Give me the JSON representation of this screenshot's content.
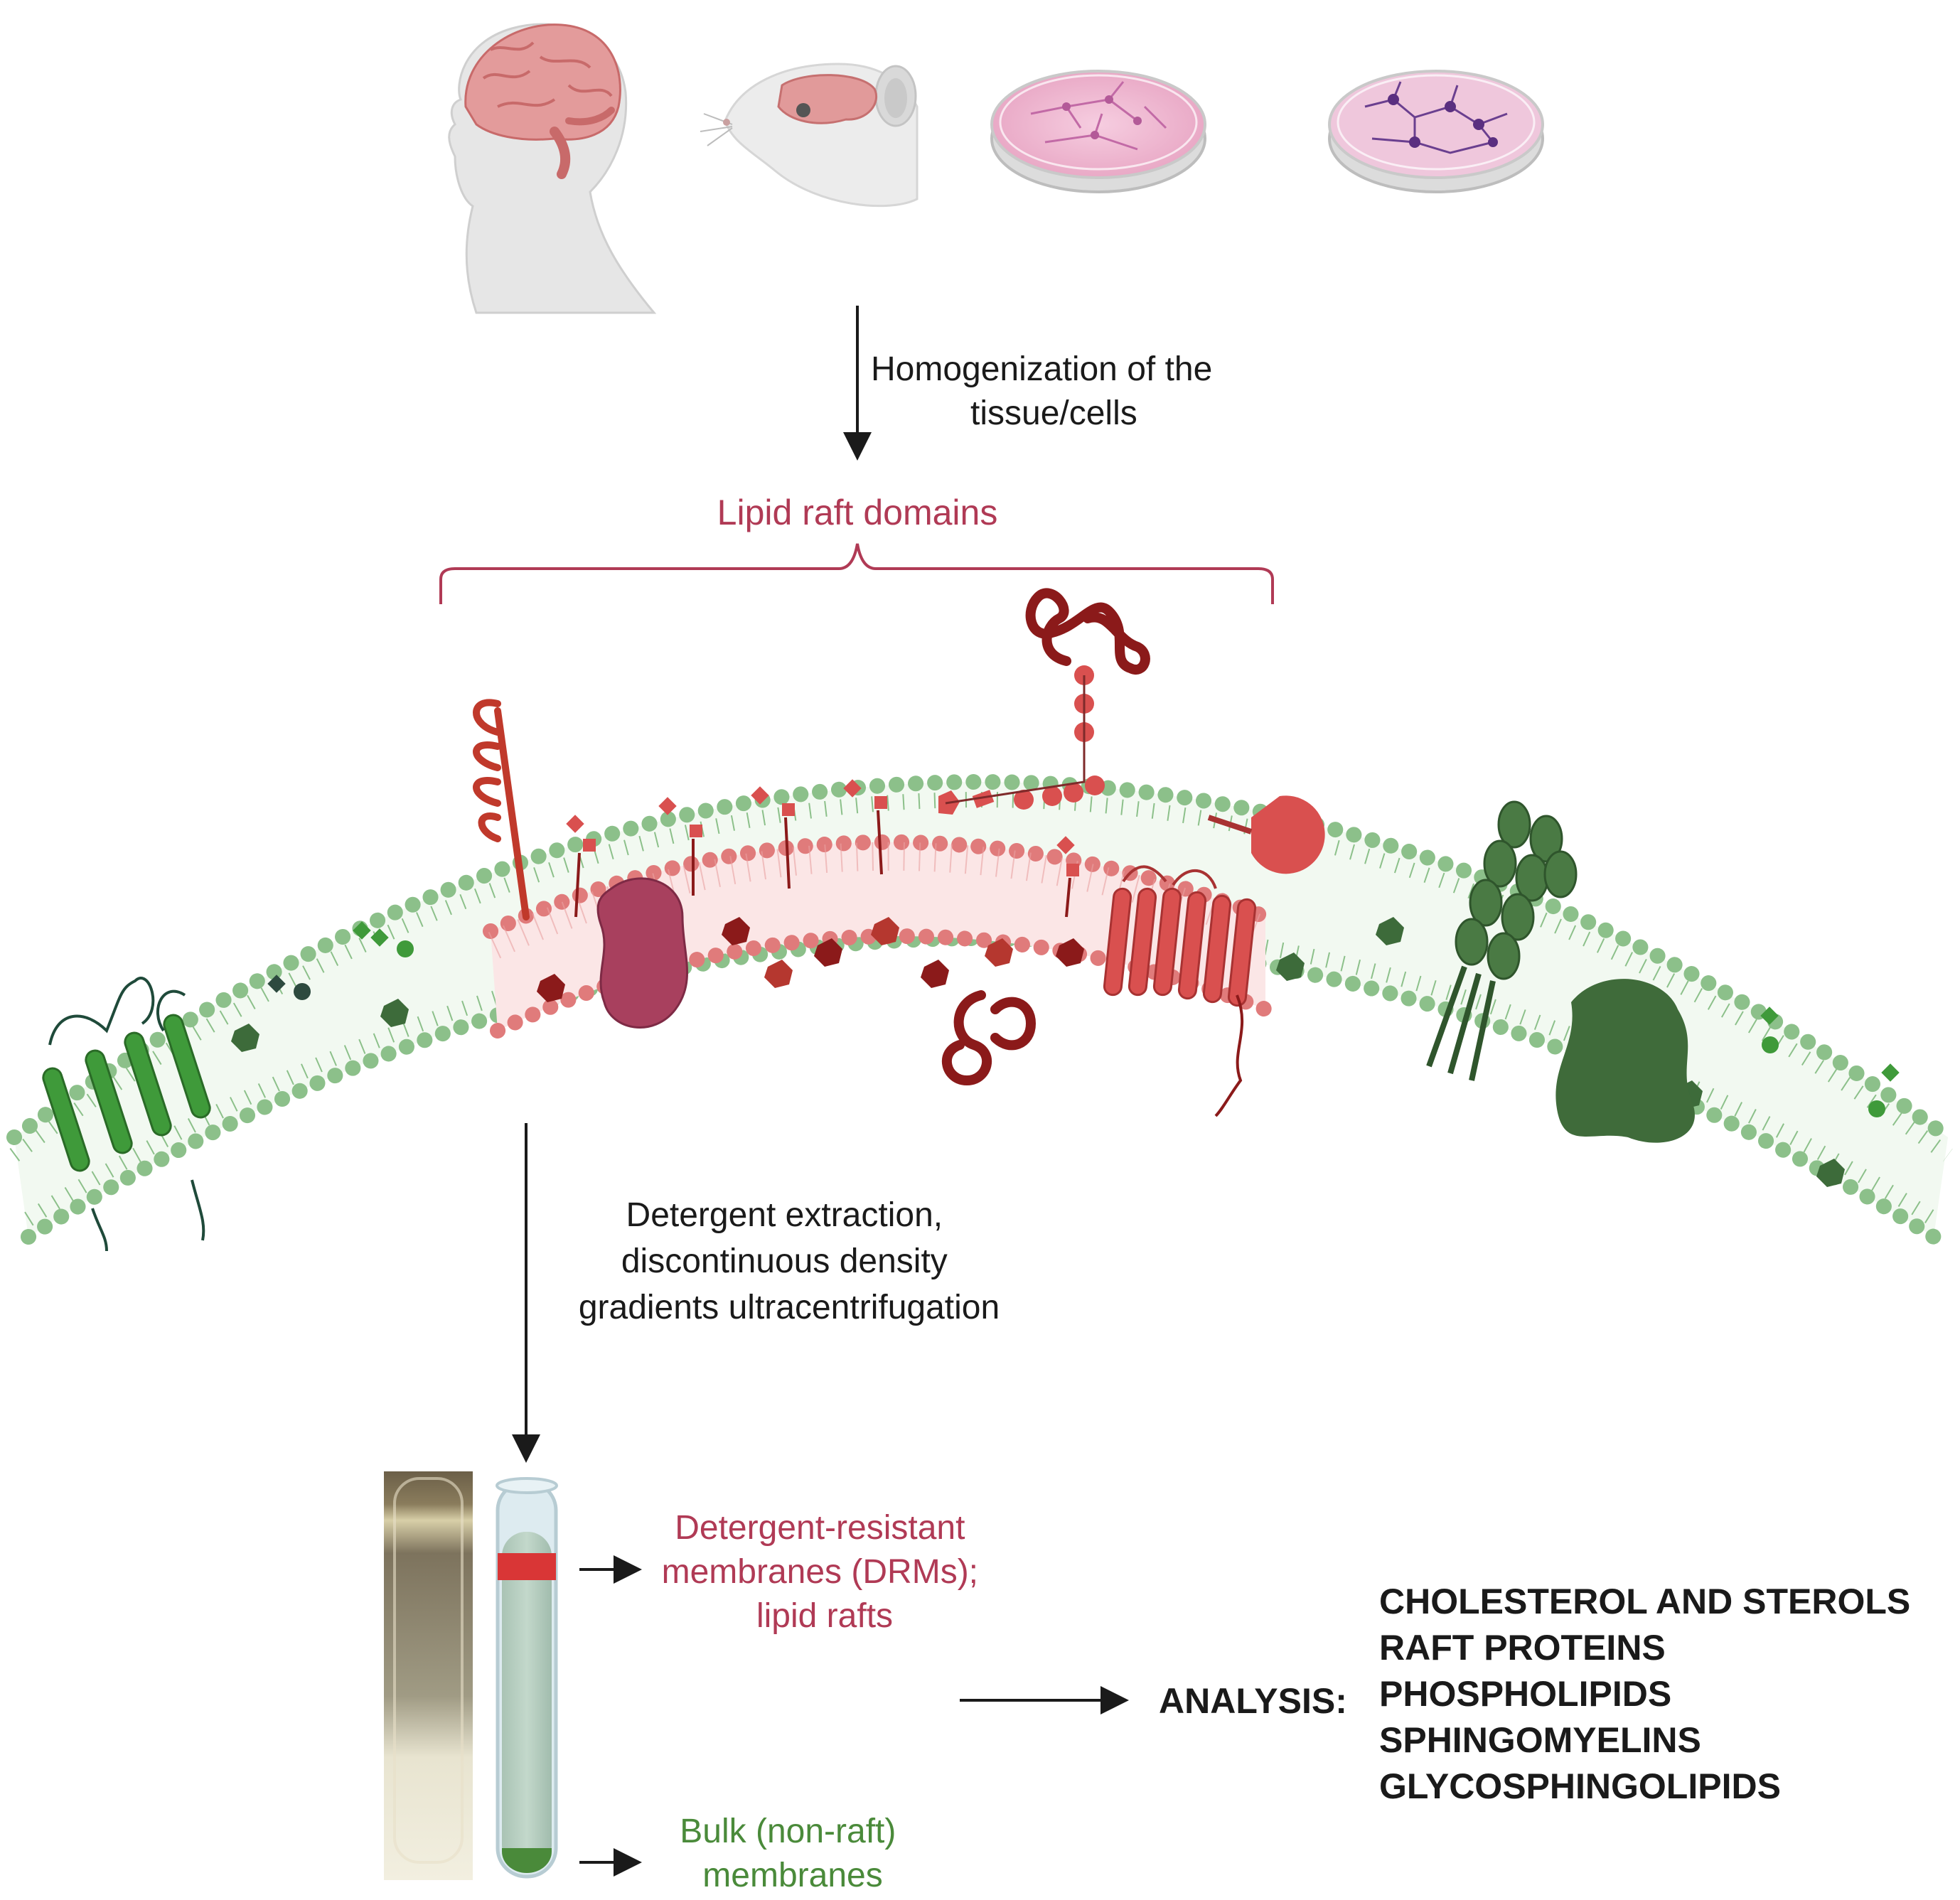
{
  "colors": {
    "raft_red": "#b03a55",
    "raft_membrane": "#e07b7b",
    "bulk_green": "#4a8a3a",
    "membrane_green": "#8cc08a",
    "text": "#1a1a1a"
  },
  "step1": {
    "lines": [
      "Homogenization of the",
      "tissue/cells"
    ]
  },
  "raft_bracket": {
    "label": "Lipid raft domains"
  },
  "step2": {
    "lines": [
      "Detergent extraction,",
      "discontinuous density",
      "gradients ultracentrifugation"
    ]
  },
  "tube_labels": {
    "drm": [
      "Detergent-resistant",
      "membranes (DRMs);",
      "lipid rafts"
    ],
    "bulk": [
      "Bulk (non-raft)",
      "membranes"
    ]
  },
  "analysis": {
    "label": "ANALYSIS:",
    "items": [
      "CHOLESTEROL AND STEROLS",
      "RAFT PROTEINS",
      "PHOSPHOLIPIDS",
      "SPHINGOMYELINS",
      "GLYCOSPHINGOLIPIDS"
    ]
  },
  "icons": [
    "human-brain-icon",
    "mouse-brain-icon",
    "cell-culture-dish-icon",
    "neuron-culture-dish-icon",
    "lipid-bilayer-icon",
    "centrifuge-tube-icon"
  ]
}
